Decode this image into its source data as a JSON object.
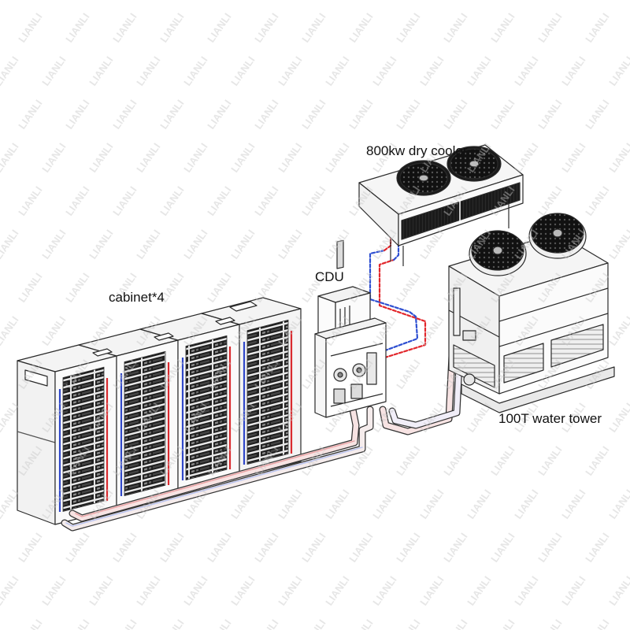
{
  "labels": {
    "cabinets": "cabinet*4",
    "cdu": "CDU",
    "dry_cooler": "800kw dry cooler",
    "water_tower": "100T water tower"
  },
  "watermark": "LIANLI",
  "colors": {
    "line": "#2a2a2a",
    "hot_pipe": "#e2262b",
    "cold_pipe": "#2e4fd1",
    "pipe_body": "#f3eaea",
    "fan_grille": "#151515",
    "coil": "#1b1b1b"
  }
}
